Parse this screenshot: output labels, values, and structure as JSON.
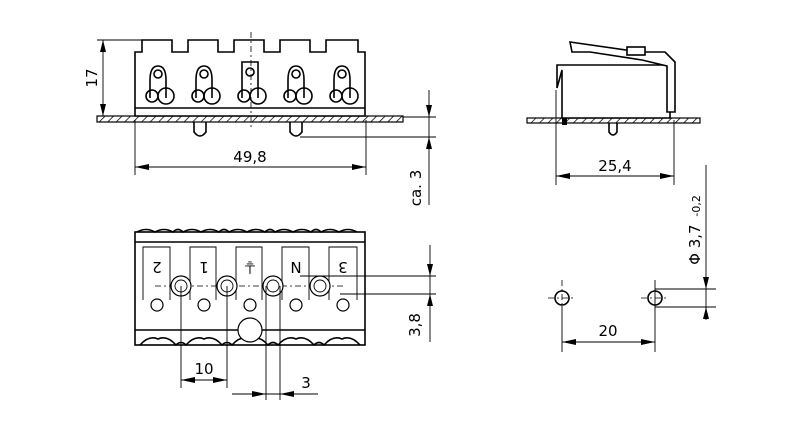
{
  "drawing": {
    "front_view": {
      "height_dim": "17",
      "width_dim": "49,8",
      "panel_dim": "ca. 3"
    },
    "side_view": {
      "depth_dim": "25,4"
    },
    "bottom_view": {
      "terminal_labels": [
        "2",
        "1",
        "⏚",
        "N",
        "3"
      ],
      "pitch_dim": "10",
      "offset_dim": "3",
      "hole_offset_dim": "3,8"
    },
    "drilling_pattern": {
      "hole_diameter_dim": "Φ 3,7",
      "tolerance": "-0,2",
      "spacing_dim": "20"
    }
  }
}
